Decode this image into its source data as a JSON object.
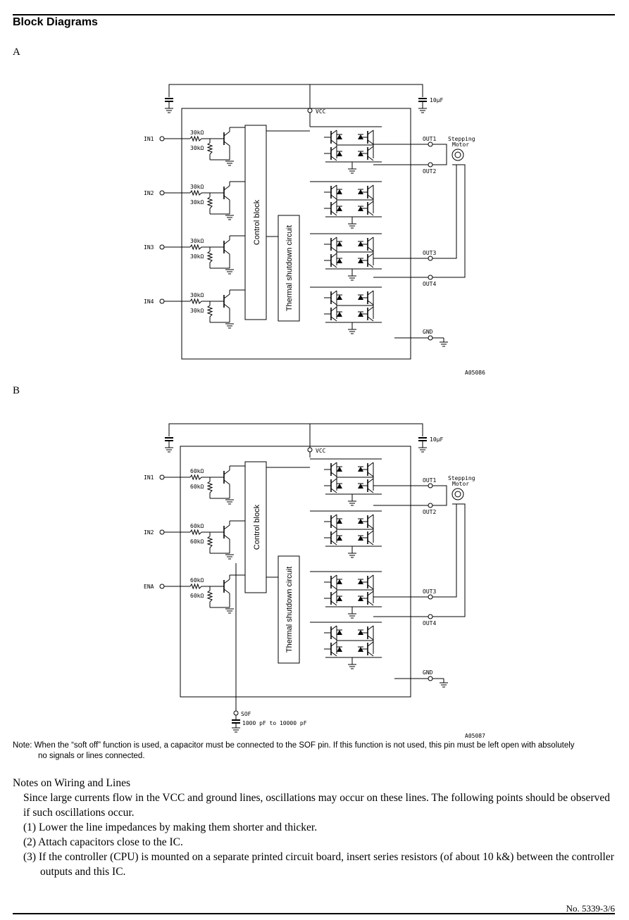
{
  "page": {
    "heading": "Block Diagrams",
    "page_number": "No. 5339-3/6"
  },
  "diagram_a": {
    "label": "A",
    "inputs": [
      "IN1",
      "IN2",
      "IN3",
      "IN4"
    ],
    "r_series": "30kΩ",
    "r_shunt": "30kΩ",
    "vcc": "VCC",
    "cap": "10μF",
    "control_block": "Control block",
    "thermal": "Thermal shutdown circuit",
    "outputs": [
      "OUT1",
      "OUT2",
      "OUT3",
      "OUT4"
    ],
    "motor_line1": "Stepping",
    "motor_line2": "Motor",
    "gnd": "GND",
    "code": "A05086"
  },
  "diagram_b": {
    "label": "B",
    "inputs": [
      "IN1",
      "IN2",
      "ENA"
    ],
    "r_series": "60kΩ",
    "r_shunt": "60kΩ",
    "vcc": "VCC",
    "cap": "10μF",
    "control_block": "Control block",
    "thermal": "Thermal shutdown circuit",
    "outputs": [
      "OUT1",
      "OUT2",
      "OUT3",
      "OUT4"
    ],
    "motor_line1": "Stepping",
    "motor_line2": "Motor",
    "gnd": "GND",
    "sof": "SOF",
    "sof_cap": "1000 pF to 10000 pF",
    "code": "A05087"
  },
  "note": {
    "line1": "Note: When the “soft off” function is used, a capacitor must be connected to the SOF pin. If this function is not used, this pin must be left open with absolutely",
    "line2": "no signals or lines connected."
  },
  "wiring": {
    "title": "Notes on Wiring and Lines",
    "intro": "Since large currents flow in the VCC and ground lines, oscillations may occur on these lines. The following points should be observed if such oscillations occur.",
    "items": [
      "(1) Lower the line impedances by making them shorter and thicker.",
      "(2) Attach capacitors close to the IC.",
      "(3) If the controller (CPU) is mounted on a separate printed circuit board, insert series resistors (of about 10 k&) between the controller outputs and this IC."
    ]
  }
}
